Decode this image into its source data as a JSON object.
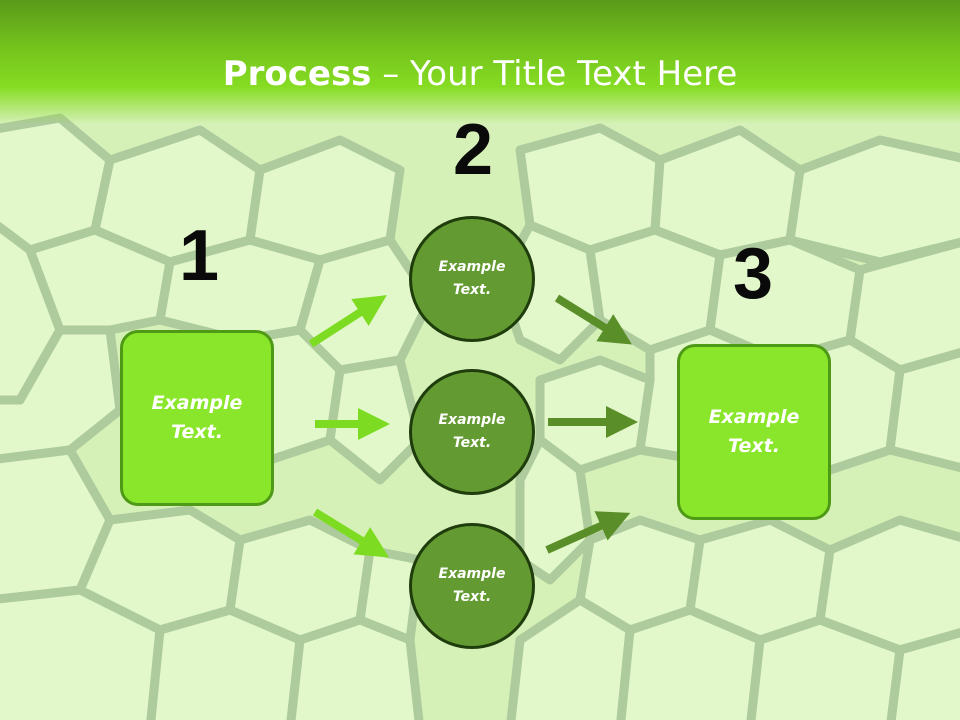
{
  "header": {
    "title_bold": "Process",
    "title_rest": " – Your Title Text Here",
    "color": "#86dc22"
  },
  "steps": {
    "step1": {
      "number": "1",
      "text": "Example\nText."
    },
    "step2": {
      "number": "2",
      "circles": [
        {
          "text": "Example\nText."
        },
        {
          "text": "Example\nText."
        },
        {
          "text": "Example\nText."
        }
      ]
    },
    "step3": {
      "number": "3",
      "text": "Example\nText."
    }
  },
  "colors": {
    "box_fill": "#8ae62a",
    "circle_fill": "#649a32",
    "arrow_bright": "#7ddc22",
    "arrow_dark": "#5a8e28"
  }
}
